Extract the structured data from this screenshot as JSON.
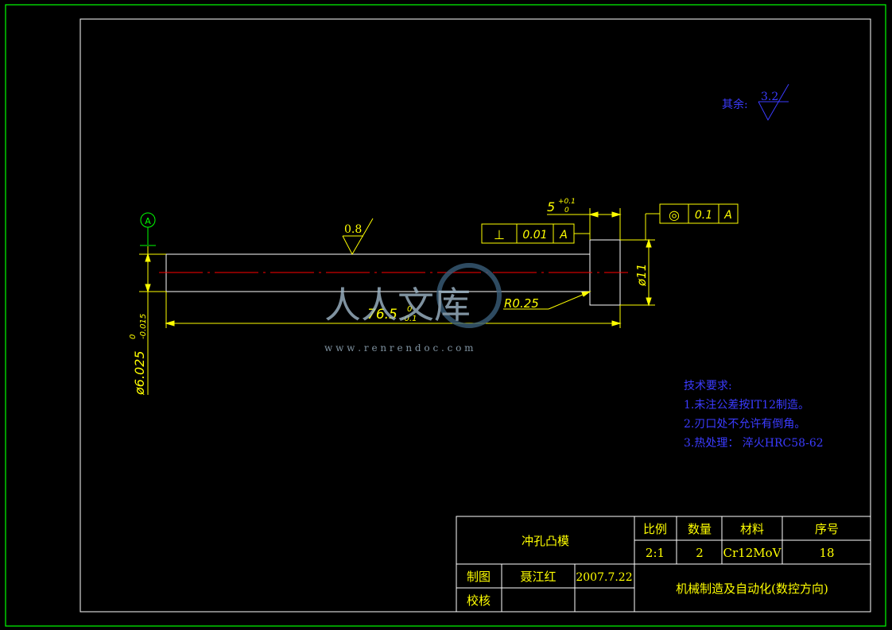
{
  "colors": {
    "frame_outer": "#00ff00",
    "frame_inner": "#ffffff",
    "dimension": "#ffff00",
    "note": "#3b3bff",
    "centerline": "#ff0000",
    "datum": "#00ff00"
  },
  "roughness_general": {
    "label": "其余:",
    "value": "3.2"
  },
  "roughness_local": {
    "value": "0.8"
  },
  "datum": {
    "letter": "A"
  },
  "dims": {
    "length_main": "76.5",
    "length_tol_upper": "0",
    "length_tol_lower": "-0.1",
    "head_len": "5",
    "head_tol_upper": "+0.1",
    "head_tol_lower": "0",
    "radius": "R0.25",
    "head_dia": "ø11",
    "shank_dia": "ø6.025",
    "shank_tol_upper": "0",
    "shank_tol_lower": "-0.015"
  },
  "gdt_perpendicular": {
    "symbol": "⊥",
    "value": "0.01",
    "datum": "A"
  },
  "gdt_concentric": {
    "symbol": "◎",
    "value": "0.1",
    "datum": "A"
  },
  "tech": {
    "title": "技术要求:",
    "items": [
      "1.未注公差按IT12制造。",
      "2.刃口处不允许有倒角。",
      "3.热处理： 淬火HRC58-62"
    ]
  },
  "title_block": {
    "part_name": "冲孔凸模",
    "hdr_scale": "比例",
    "hdr_qty": "数量",
    "hdr_material": "材料",
    "hdr_seq": "序号",
    "scale": "2:1",
    "qty": "2",
    "material": "Cr12MoV",
    "seq": "18",
    "drawn_label": "制图",
    "drawn_by": "聂江红",
    "date": "2007.7.22",
    "checked_label": "校核",
    "org": "机械制造及自动化(数控方向)"
  },
  "watermark": {
    "text": "人人文库",
    "url": "w w w . r e n r e n d o c . c o m"
  }
}
